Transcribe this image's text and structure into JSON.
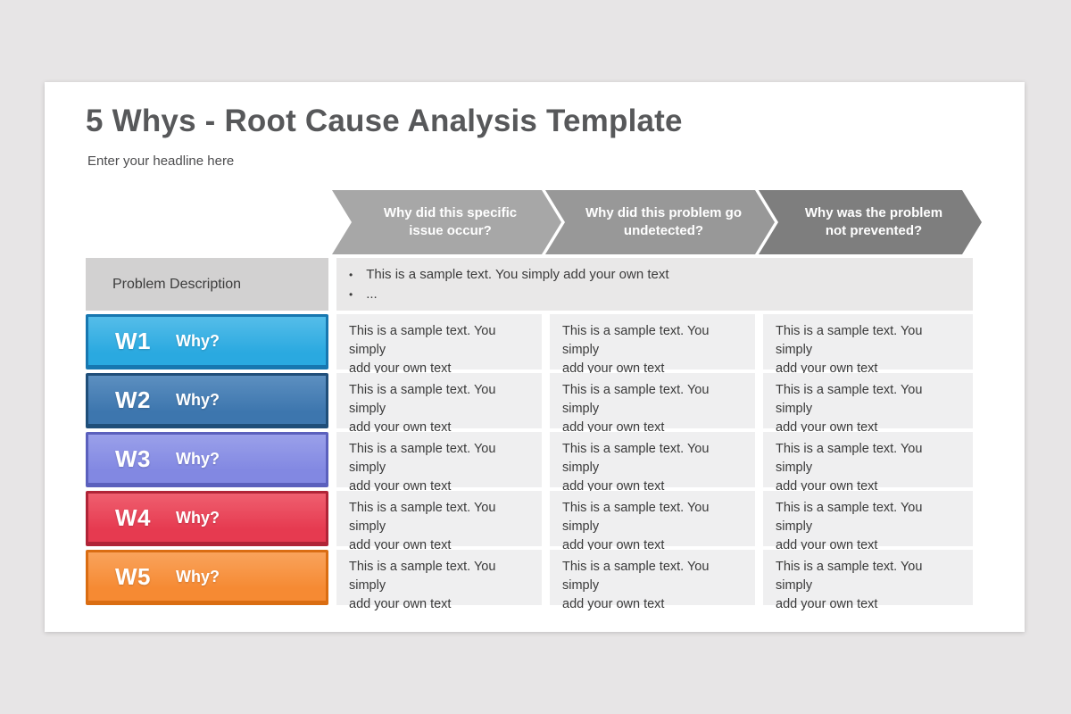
{
  "colors": {
    "page_bg": "#e7e5e6",
    "card_bg": "#ffffff",
    "cell_bg": "#efeff0",
    "problem_label_bg": "#d2d1d1",
    "problem_content_bg": "#e9e8e8"
  },
  "slide": {
    "title": "5 Whys - Root Cause Analysis Template",
    "subtitle": "Enter your headline here"
  },
  "header_arrows": [
    {
      "label": "Why did this specific issue occur?",
      "fill": "#a7a7a7"
    },
    {
      "label": "Why did this problem go undetected?",
      "fill": "#989898"
    },
    {
      "label": "Why was the problem not prevented?",
      "fill": "#7e7e7e"
    }
  ],
  "problem_row": {
    "label": "Problem Description",
    "bullets": [
      "This is a sample text. You simply add your own text",
      "..."
    ]
  },
  "why_rows": [
    {
      "id": "W1",
      "question": "Why?",
      "fill": "#2aa9e0",
      "fill_light": "#55bde9",
      "border": "#1777b0",
      "answers": [
        "This is a sample text. You simply\nadd your own text",
        "This is a sample text. You simply\nadd your own text",
        "This is a sample text. You simply\nadd your own text"
      ]
    },
    {
      "id": "W2",
      "question": "Why?",
      "fill": "#3d76ae",
      "fill_light": "#5c8fc0",
      "border": "#1f4e79",
      "answers": [
        "This is a sample text. You simply\nadd your own text",
        "This is a sample text. You simply\nadd your own text",
        "This is a sample text. You simply\nadd your own text"
      ]
    },
    {
      "id": "W3",
      "question": "Why?",
      "fill": "#8288e2",
      "fill_light": "#9aa0ea",
      "border": "#5b60bd",
      "answers": [
        "This is a sample text. You simply\nadd your own text",
        "This is a sample text. You simply\nadd your own text",
        "This is a sample text. You simply\nadd your own text"
      ]
    },
    {
      "id": "W4",
      "question": "Why?",
      "fill": "#e63a50",
      "fill_light": "#ef5f6f",
      "border": "#b02437",
      "answers": [
        "This is a sample text. You simply\nadd your own text",
        "This is a sample text. You simply\nadd your own text",
        "This is a sample text. You simply\nadd your own text"
      ]
    },
    {
      "id": "W5",
      "question": "Why?",
      "fill": "#f68a33",
      "fill_light": "#f9a35c",
      "border": "#da6d12",
      "answers": [
        "This is a sample text. You simply\nadd your own text",
        "This is a sample text. You simply\nadd your own text",
        "This is a sample text. You simply\nadd your own text"
      ]
    }
  ]
}
